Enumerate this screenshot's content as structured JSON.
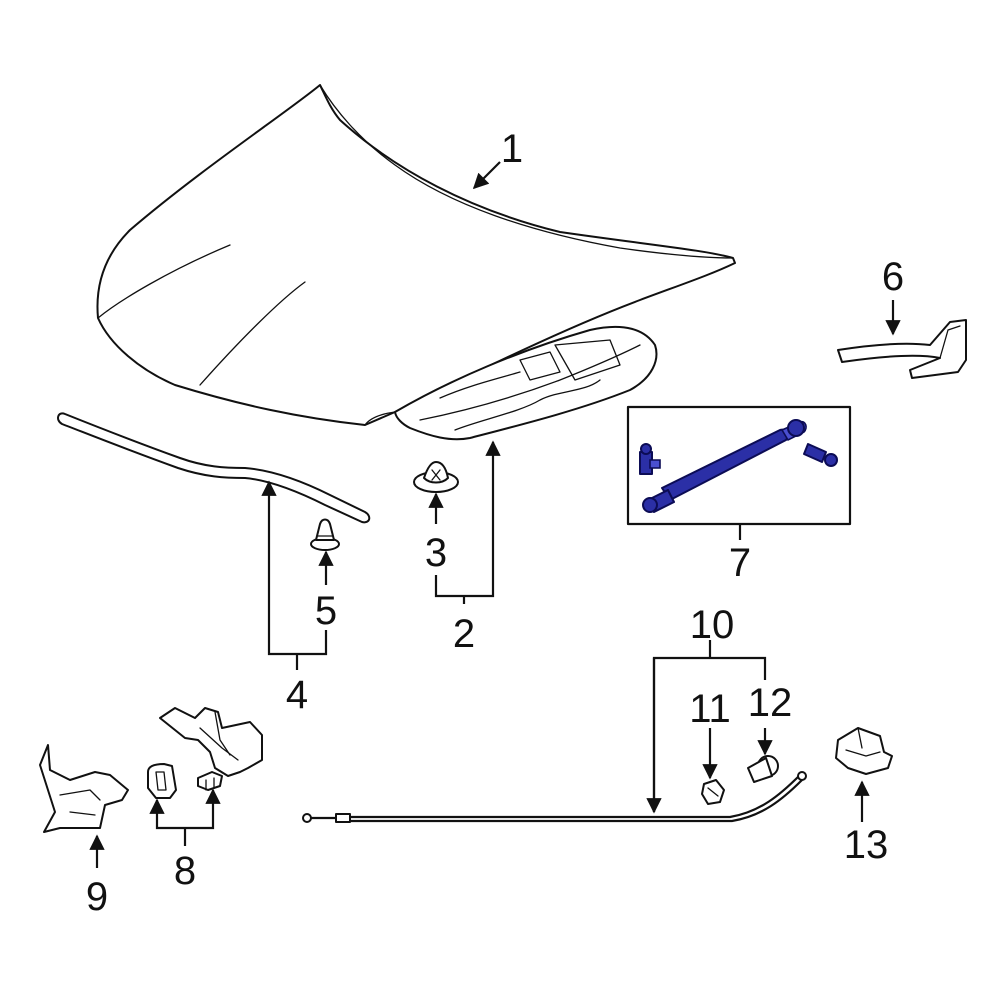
{
  "diagram": {
    "highlight_color": "#2b2fa6",
    "line_color": "#111111",
    "background": "#ffffff",
    "callouts": [
      {
        "id": "1",
        "label": "1",
        "part": "hood-panel"
      },
      {
        "id": "2",
        "label": "2",
        "part": "hood-insulator"
      },
      {
        "id": "3",
        "label": "3",
        "part": "insulator-clip"
      },
      {
        "id": "4",
        "label": "4",
        "part": "weatherstrip"
      },
      {
        "id": "5",
        "label": "5",
        "part": "weatherstrip-clip"
      },
      {
        "id": "6",
        "label": "6",
        "part": "seal"
      },
      {
        "id": "7",
        "label": "7",
        "part": "lift-support-strut"
      },
      {
        "id": "8",
        "label": "8",
        "part": "bumpers-and-stopper"
      },
      {
        "id": "9",
        "label": "9",
        "part": "latch-bracket"
      },
      {
        "id": "10",
        "label": "10",
        "part": "release-cable"
      },
      {
        "id": "11",
        "label": "11",
        "part": "cable-clip"
      },
      {
        "id": "12",
        "label": "12",
        "part": "grommet"
      },
      {
        "id": "13",
        "label": "13",
        "part": "release-handle"
      }
    ]
  }
}
